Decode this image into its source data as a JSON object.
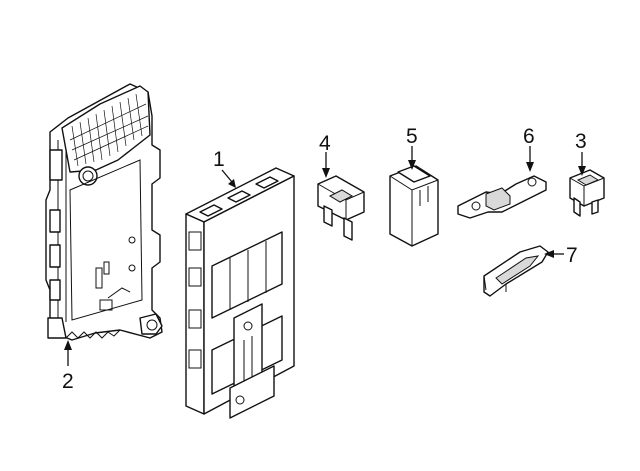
{
  "callouts": {
    "part_1": "1",
    "part_2": "2",
    "part_3": "3",
    "part_4": "4",
    "part_5": "5",
    "part_6": "6",
    "part_7": "7"
  },
  "colors": {
    "line": "#111111",
    "background": "#ffffff",
    "shade": "#d9d9d9"
  }
}
